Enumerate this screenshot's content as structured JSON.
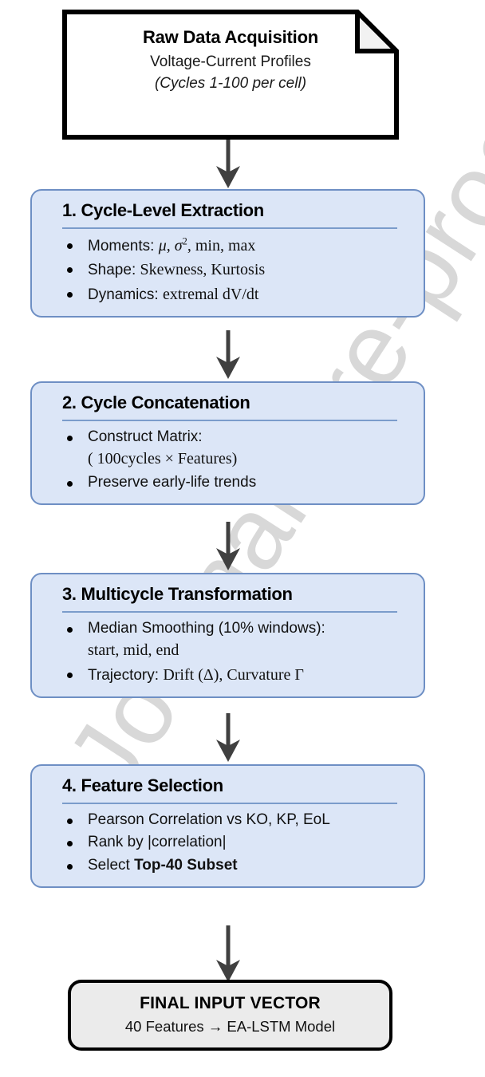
{
  "page": {
    "watermark_text": "Journal Pre-proof",
    "background_color": "#ffffff"
  },
  "colors": {
    "step_fill": "#dce6f7",
    "step_border": "#6e8fc4",
    "step_rule": "#7b9ccb",
    "final_fill": "#ebebeb",
    "final_border": "#000000",
    "arrow": "#404040",
    "doc_border": "#000000",
    "doc_fold_fill": "#f2f2f2",
    "watermark": "#d8d8d8"
  },
  "flow": {
    "source_node": {
      "shape": "document",
      "title": "Raw Data Acquisition",
      "subtitle": "Voltage-Current Profiles",
      "note": "(Cycles 1-100 per cell)"
    },
    "steps": [
      {
        "heading": "1. Cycle-Level Extraction",
        "bullets": [
          {
            "lead": "Moments: ",
            "math_mu": "μ",
            "sep1": ", ",
            "math_sigma": "σ",
            "math_sigma_sup": "2",
            "sep2": ", ",
            "math_tail": "min, max"
          },
          {
            "lead": "Shape: ",
            "math_tail": "Skewness, Kurtosis"
          },
          {
            "lead": "Dynamics: ",
            "math_tail": "extremal dV/dt"
          }
        ]
      },
      {
        "heading": "2. Cycle Concatenation",
        "bullets": [
          {
            "lead": "Construct Matrix:",
            "wrap_math": "( 100cycles × Features)"
          },
          {
            "lead": "Preserve early-life trends"
          }
        ]
      },
      {
        "heading": "3. Multicycle Transformation",
        "bullets": [
          {
            "lead": "Median Smoothing (10% windows):",
            "wrap_math": "start, mid, end"
          },
          {
            "lead": "Trajectory: ",
            "math_tail": "Drift (Δ), Curvature Γ"
          }
        ]
      },
      {
        "heading": "4. Feature Selection",
        "bullets": [
          {
            "lead": "Pearson Correlation vs KO, KP, EoL"
          },
          {
            "lead": "Rank by |correlation|"
          },
          {
            "lead": "Select ",
            "bold_a": "Top-40",
            "mid": " ",
            "bold_b": "Subset"
          }
        ]
      }
    ],
    "final_node": {
      "title": "FINAL INPUT VECTOR",
      "subtitle": "40 Features → EA-LSTM Model"
    },
    "arrows": [
      {
        "name": "arrow-source-to-step1"
      },
      {
        "name": "arrow-step1-to-step2"
      },
      {
        "name": "arrow-step2-to-step3"
      },
      {
        "name": "arrow-step3-to-step4"
      },
      {
        "name": "arrow-step4-to-final"
      }
    ]
  }
}
